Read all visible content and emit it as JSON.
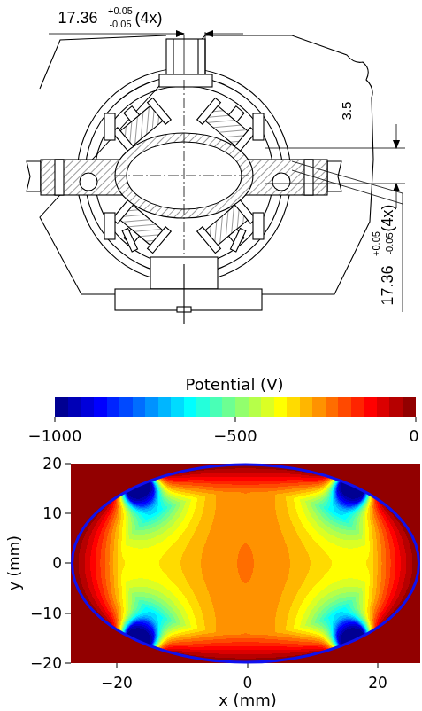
{
  "diagram": {
    "labels": [
      "17.36",
      "+0.05",
      "-0.05",
      "(4x)",
      "3.5",
      "17.36",
      "+0.05",
      "-0.05",
      "(4x)",
      "Potential (V)",
      "−1000",
      "−500",
      "0",
      "20",
      "10",
      "0",
      "−10",
      "−20",
      "y (mm)",
      "−20",
      "0",
      "20",
      "x (mm)"
    ]
  }
}
